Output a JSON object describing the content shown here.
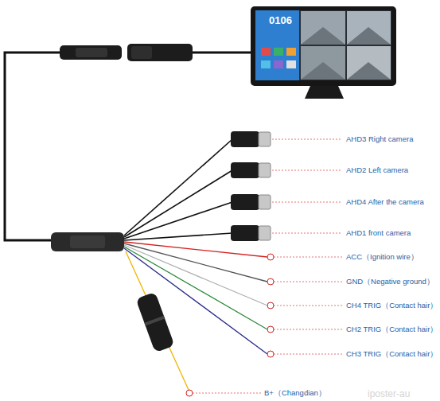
{
  "diagram": {
    "labels": [
      "0106",
      "AHD3 Right camera",
      "AHD2 Left camera",
      "AHD4 After the camera",
      "AHD1 front camera",
      "ACC（Ignition wire）",
      "GND（Negative ground）",
      "CH4 TRIG（Contact hair）",
      "CH2 TRIG（Contact hair）",
      "CH3 TRIG（Contact hair）",
      "B+（Changdian）",
      "iposter-au"
    ]
  }
}
